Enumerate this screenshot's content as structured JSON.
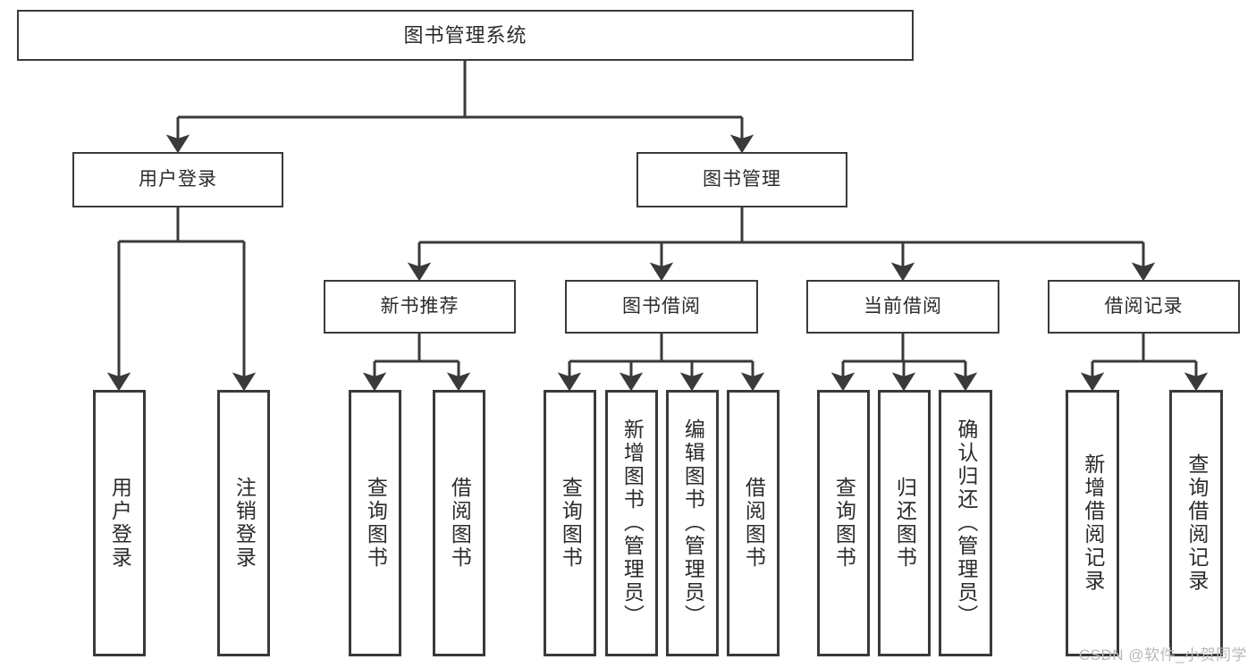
{
  "diagram": {
    "type": "tree-hierarchy",
    "title": "图书管理系统",
    "watermark": "CSDN @软件_小贺同学",
    "colors": {
      "box_border": "#3a3a3a",
      "box_fill": "#ffffff",
      "connector": "#3a3a3a",
      "text": "#2b2b2b",
      "watermark": "#b9b9b9",
      "background": "#ffffff"
    },
    "root": {
      "id": "root",
      "label": "图书管理系统"
    },
    "level1": [
      {
        "id": "user-login",
        "label": "用户登录"
      },
      {
        "id": "book-manage",
        "label": "图书管理"
      }
    ],
    "level2": [
      {
        "id": "new-book-rec",
        "label": "新书推荐",
        "parent": "book-manage"
      },
      {
        "id": "book-borrow",
        "label": "图书借阅",
        "parent": "book-manage"
      },
      {
        "id": "current-borrow",
        "label": "当前借阅",
        "parent": "book-manage"
      },
      {
        "id": "borrow-record",
        "label": "借阅记录",
        "parent": "book-manage"
      }
    ],
    "leaves": [
      {
        "id": "leaf-user-login",
        "label": "用户登录",
        "parent": "user-login"
      },
      {
        "id": "leaf-logout",
        "label": "注销登录",
        "parent": "user-login"
      },
      {
        "id": "leaf-query-book-1",
        "label": "查询图书",
        "parent": "new-book-rec"
      },
      {
        "id": "leaf-borrow-book-1",
        "label": "借阅图书",
        "parent": "new-book-rec"
      },
      {
        "id": "leaf-query-book-2",
        "label": "查询图书",
        "parent": "book-borrow"
      },
      {
        "id": "leaf-add-book",
        "label": "新增图书（管理员）",
        "parent": "book-borrow"
      },
      {
        "id": "leaf-edit-book",
        "label": "编辑图书（管理员）",
        "parent": "book-borrow"
      },
      {
        "id": "leaf-borrow-book-2",
        "label": "借阅图书",
        "parent": "book-borrow"
      },
      {
        "id": "leaf-query-book-3",
        "label": "查询图书",
        "parent": "current-borrow"
      },
      {
        "id": "leaf-return-book",
        "label": "归还图书",
        "parent": "current-borrow"
      },
      {
        "id": "leaf-confirm-return",
        "label": "确认归还（管理员）",
        "parent": "current-borrow"
      },
      {
        "id": "leaf-add-record",
        "label": "新增借阅记录",
        "parent": "borrow-record"
      },
      {
        "id": "leaf-query-record",
        "label": "查询借阅记录",
        "parent": "borrow-record"
      }
    ]
  }
}
